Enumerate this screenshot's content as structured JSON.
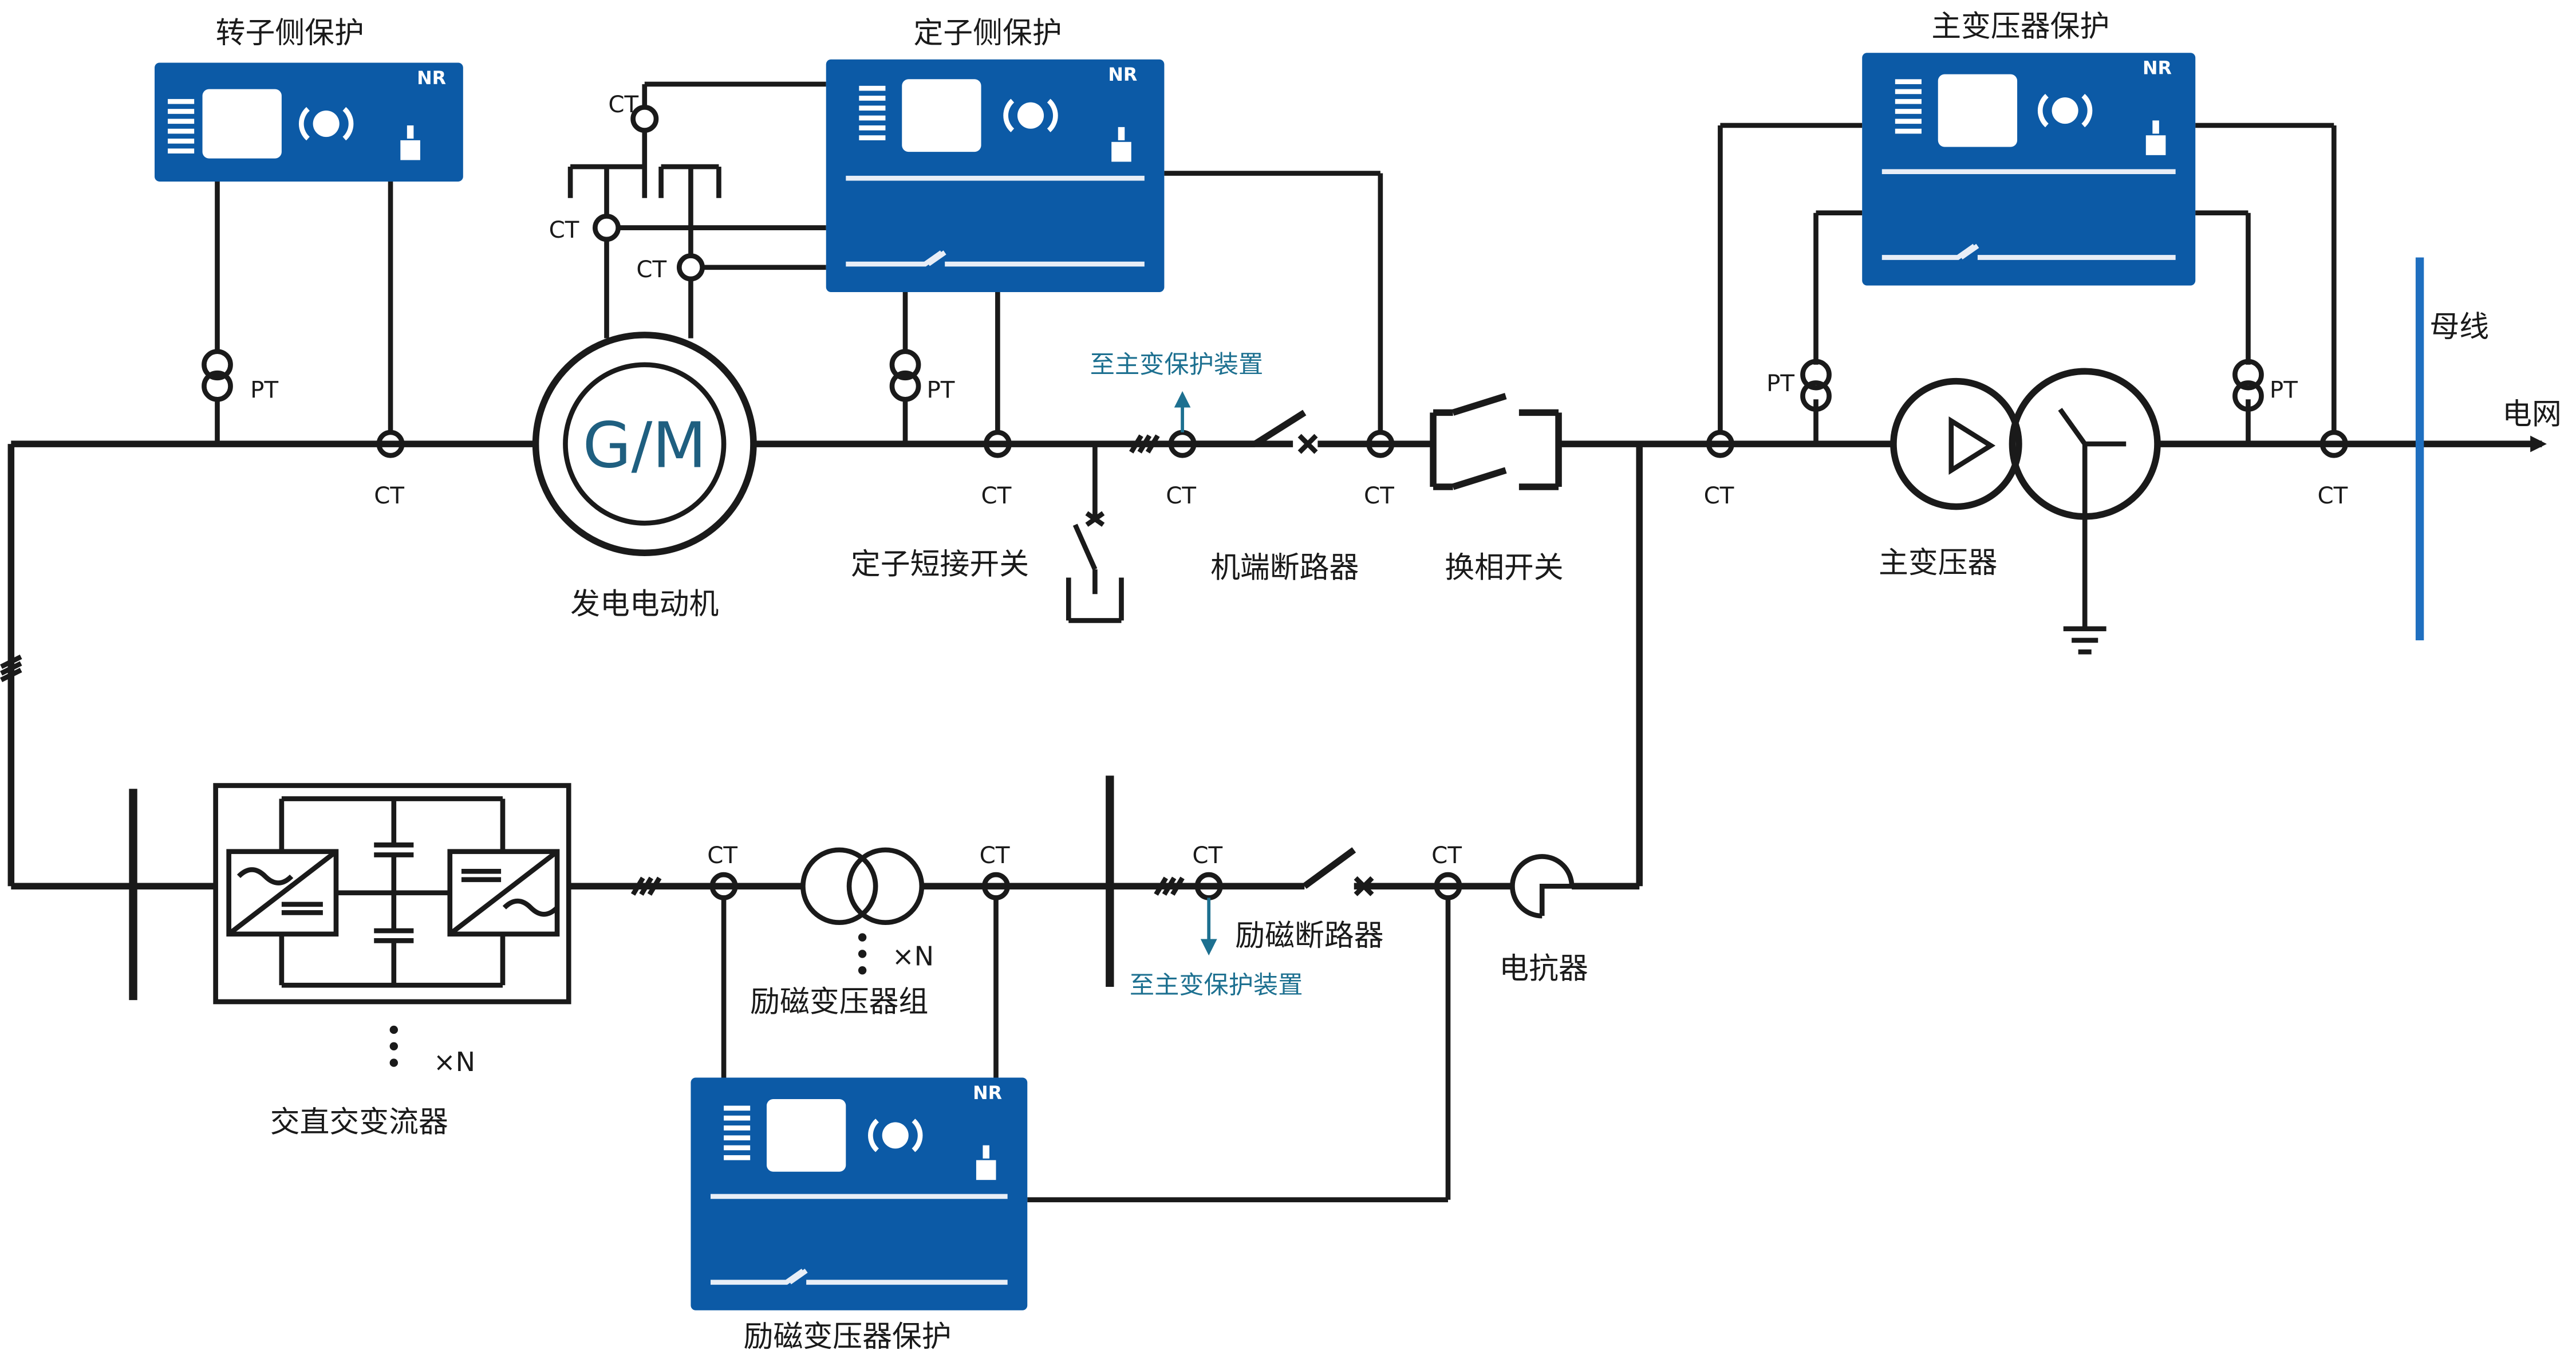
{
  "labels": {
    "rotor_protection": "转子侧保护",
    "stator_protection": "定子侧保护",
    "main_transformer_protection": "主变压器保护",
    "exc_transformer_protection": "励磁变压器保护",
    "generator_motor": "发电电动机",
    "gm_symbol": "G/M",
    "stator_short_switch": "定子短接开关",
    "generator_breaker": "机端断路器",
    "phase_reversal_switch": "换相开关",
    "main_transformer": "主变压器",
    "busbar": "母线",
    "grid": "电网",
    "ac_dc_ac_converter": "交直交变流器",
    "exc_transformer_group": "励磁变压器组",
    "exc_breaker": "励磁断路器",
    "reactor": "电抗器",
    "to_main_protection_1": "至主变保护装置",
    "to_main_protection_2": "至主变保护装置",
    "times_n_1": "×N",
    "times_n_2": "×N"
  },
  "ct_label": "CT",
  "pt_label": "PT",
  "device_logo": "NR",
  "colors": {
    "device_blue": "#0c5aa6",
    "busbar_blue": "#1f6fc0",
    "annotation_teal": "#1d7090",
    "line": "#1a1a1a"
  }
}
